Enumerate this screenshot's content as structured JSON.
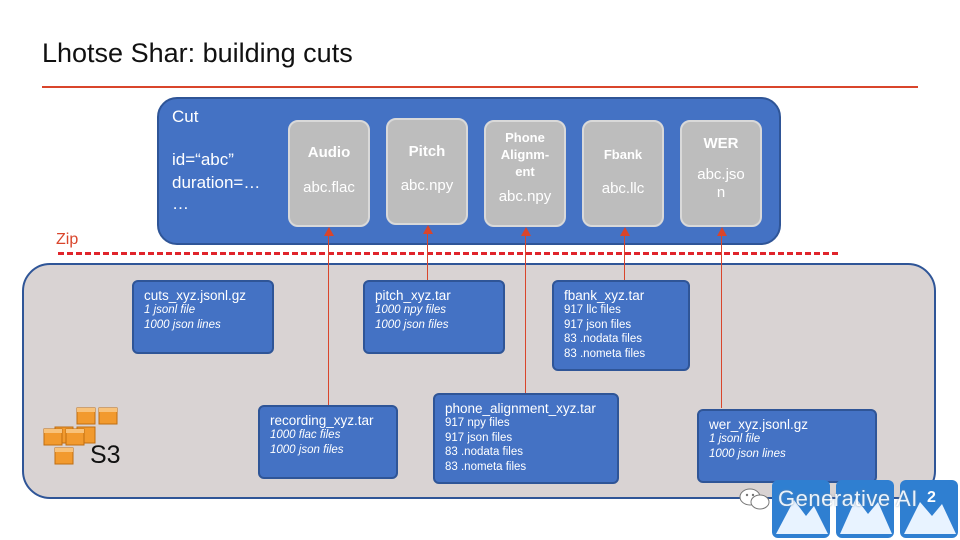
{
  "title": "Lhotse Shar: building cuts",
  "cut": {
    "label": "Cut",
    "id_line": "id=“abc”",
    "duration_line": "duration=…",
    "ellipsis": "…",
    "fields": [
      {
        "name": "Audio",
        "file": "abc.flac"
      },
      {
        "name": "Pitch",
        "file": "abc.npy"
      },
      {
        "name": "Phone Alignm- ent",
        "file": "abc.npy"
      },
      {
        "name": "Fbank",
        "file": "abc.llc"
      },
      {
        "name": "WER",
        "file": "abc.json"
      }
    ]
  },
  "zip_label": "Zip",
  "s3_label": "S3",
  "files": {
    "cuts": {
      "name": "cuts_xyz.jsonl.gz",
      "lines": [
        "1 jsonl file",
        "1000 json lines"
      ]
    },
    "pitch": {
      "name": "pitch_xyz.tar",
      "lines": [
        "1000 npy files",
        "1000 json files"
      ]
    },
    "fbank": {
      "name": "fbank_xyz.tar",
      "lines": [
        "917 llc files",
        "917 json files",
        "83 .nodata files",
        "83 .nometa files"
      ]
    },
    "recording": {
      "name": "recording_xyz.tar",
      "lines": [
        "1000 flac files",
        "1000 json files"
      ]
    },
    "phone_alignment": {
      "name": "phone_alignment_xyz.tar",
      "lines": [
        "917 npy files",
        "917 json files",
        "83 .nodata files",
        "83 .nometa files"
      ]
    },
    "wer": {
      "name": "wer_xyz.jsonl.gz",
      "lines": [
        "1 jsonl file",
        "1000 json lines"
      ]
    }
  },
  "watermark": "Generative AI",
  "colors": {
    "accent_red": "#d9452b",
    "box_blue": "#4472c4",
    "field_gray": "#bdbdbd",
    "s3_bg": "#d9d3d3",
    "s3_orange": "#f29a2e"
  }
}
